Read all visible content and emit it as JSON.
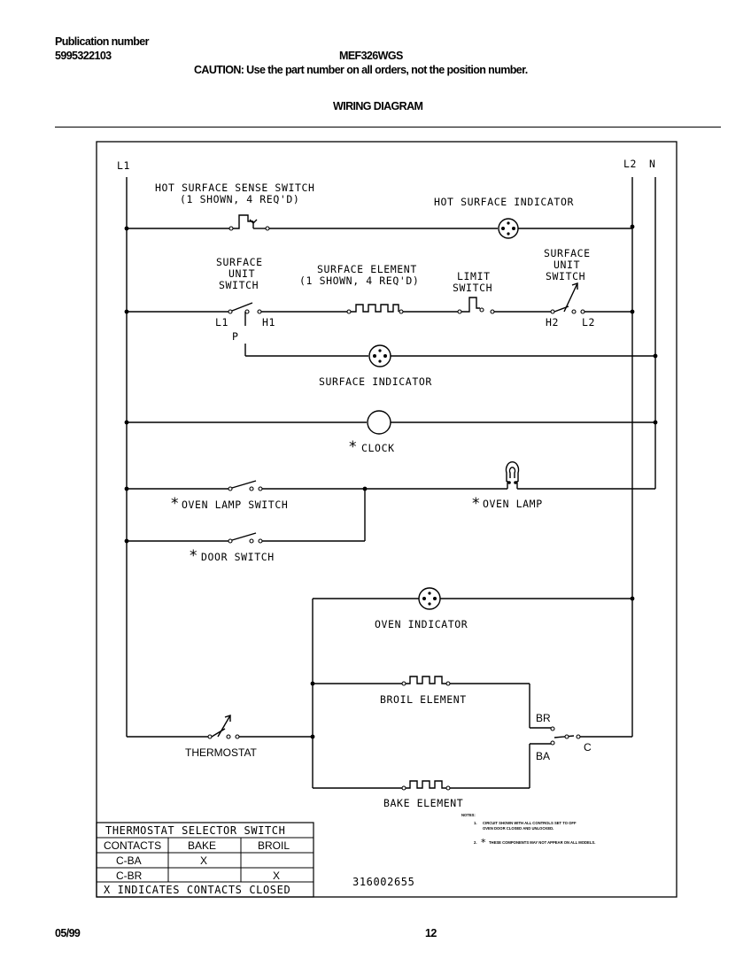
{
  "header": {
    "publication_label": "Publication number",
    "publication_number": "5995322103",
    "model": "MEF326WGS",
    "caution": "CAUTION:  Use the part number on all orders, not the position number.",
    "title": "WIRING DIAGRAM"
  },
  "footer": {
    "date": "05/99",
    "page": "12"
  },
  "diagram": {
    "rails": {
      "l1": "L1",
      "l2": "L2",
      "n": "N"
    },
    "hot_surface_sense_switch": {
      "line1": "HOT SURFACE SENSE SWITCH",
      "line2": "(1 SHOWN, 4 REQ'D)"
    },
    "hot_surface_indicator": "HOT SURFACE INDICATOR",
    "surface_unit_switch_left": [
      "SURFACE",
      "UNIT",
      "SWITCH"
    ],
    "surface_element": {
      "line1": "SURFACE ELEMENT",
      "line2": "(1 SHOWN, 4 REQ'D)"
    },
    "limit_switch": [
      "LIMIT",
      "SWITCH"
    ],
    "surface_unit_switch_right": [
      "SURFACE",
      "UNIT",
      "SWITCH"
    ],
    "terminals": {
      "l1": "L1",
      "h1": "H1",
      "p": "P",
      "h2": "H2",
      "l2": "L2",
      "br": "BR",
      "ba": "BA",
      "c": "C"
    },
    "surface_indicator": "SURFACE INDICATOR",
    "star": "*",
    "clock": "CLOCK",
    "oven_lamp_switch": "OVEN LAMP SWITCH",
    "oven_lamp": "OVEN LAMP",
    "door_switch": "DOOR SWITCH",
    "oven_indicator": "OVEN INDICATOR",
    "broil_element": "BROIL ELEMENT",
    "thermostat": "THERMOSTAT",
    "bake_element": "BAKE ELEMENT",
    "notes": {
      "title": "NOTES:",
      "note1_num": "1.",
      "note1_a": "CIRCUIT SHOWN WITH ALL CONTROLS SET TO OFF",
      "note1_b": "OVEN DOOR CLOSED AND UNLOCKED.",
      "note2_num": "2.",
      "note2": "THESE COMPONENTS MAY NOT APPEAR ON ALL MODELS."
    },
    "part_number": "316002655"
  },
  "selector_table": {
    "title": "THERMOSTAT SELECTOR SWITCH",
    "headers": [
      "CONTACTS",
      "BAKE",
      "BROIL"
    ],
    "rows": [
      [
        "C-BA",
        "X",
        ""
      ],
      [
        "C-BR",
        "",
        "X"
      ]
    ],
    "footer": "X INDICATES CONTACTS CLOSED"
  }
}
